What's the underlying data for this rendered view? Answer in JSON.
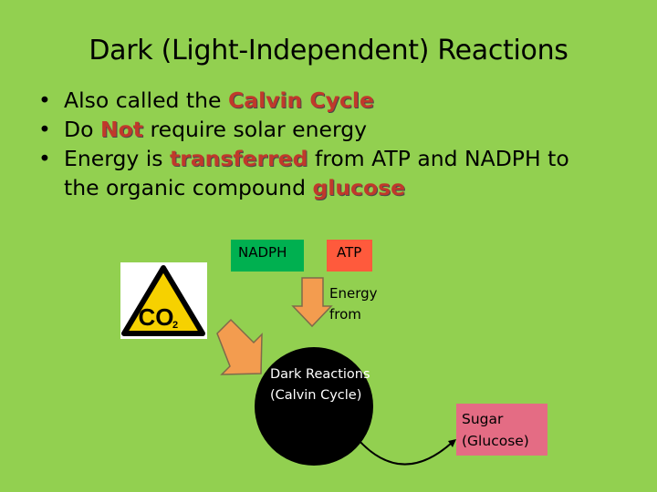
{
  "title": "Dark (Light-Independent) Reactions",
  "bullets": [
    {
      "before": "Also called the ",
      "highlight": "Calvin Cycle",
      "after": ""
    },
    {
      "before": "Do ",
      "highlight": "Not",
      "after": " require solar energy"
    },
    {
      "before": "Energy is ",
      "highlight": "transferred",
      "after": " from ATP and NADPH to"
    },
    {
      "before": "the organic compound ",
      "highlight": "glucose",
      "after": ""
    }
  ],
  "bullet_symbol": "•",
  "diagram": {
    "nadph": "NADPH",
    "atp": "ATP",
    "hazard_icon": "co2-hazard-icon",
    "co2_label": "CO",
    "co2_subscript": "2",
    "energy_line1": "Energy",
    "energy_line2": "from",
    "dark_line1": "Dark Reactions",
    "dark_line2": "(Calvin Cycle)",
    "sugar_line1": "Sugar",
    "sugar_line2": "(Glucose)"
  },
  "colors": {
    "background": "#92d050",
    "highlight": "#c0392b",
    "nadph_box": "#00b050",
    "atp_box": "#ff5a3c",
    "sugar_box": "#e46c84",
    "arrow": "#f39c4f",
    "hazard_yellow": "#f6d100"
  }
}
